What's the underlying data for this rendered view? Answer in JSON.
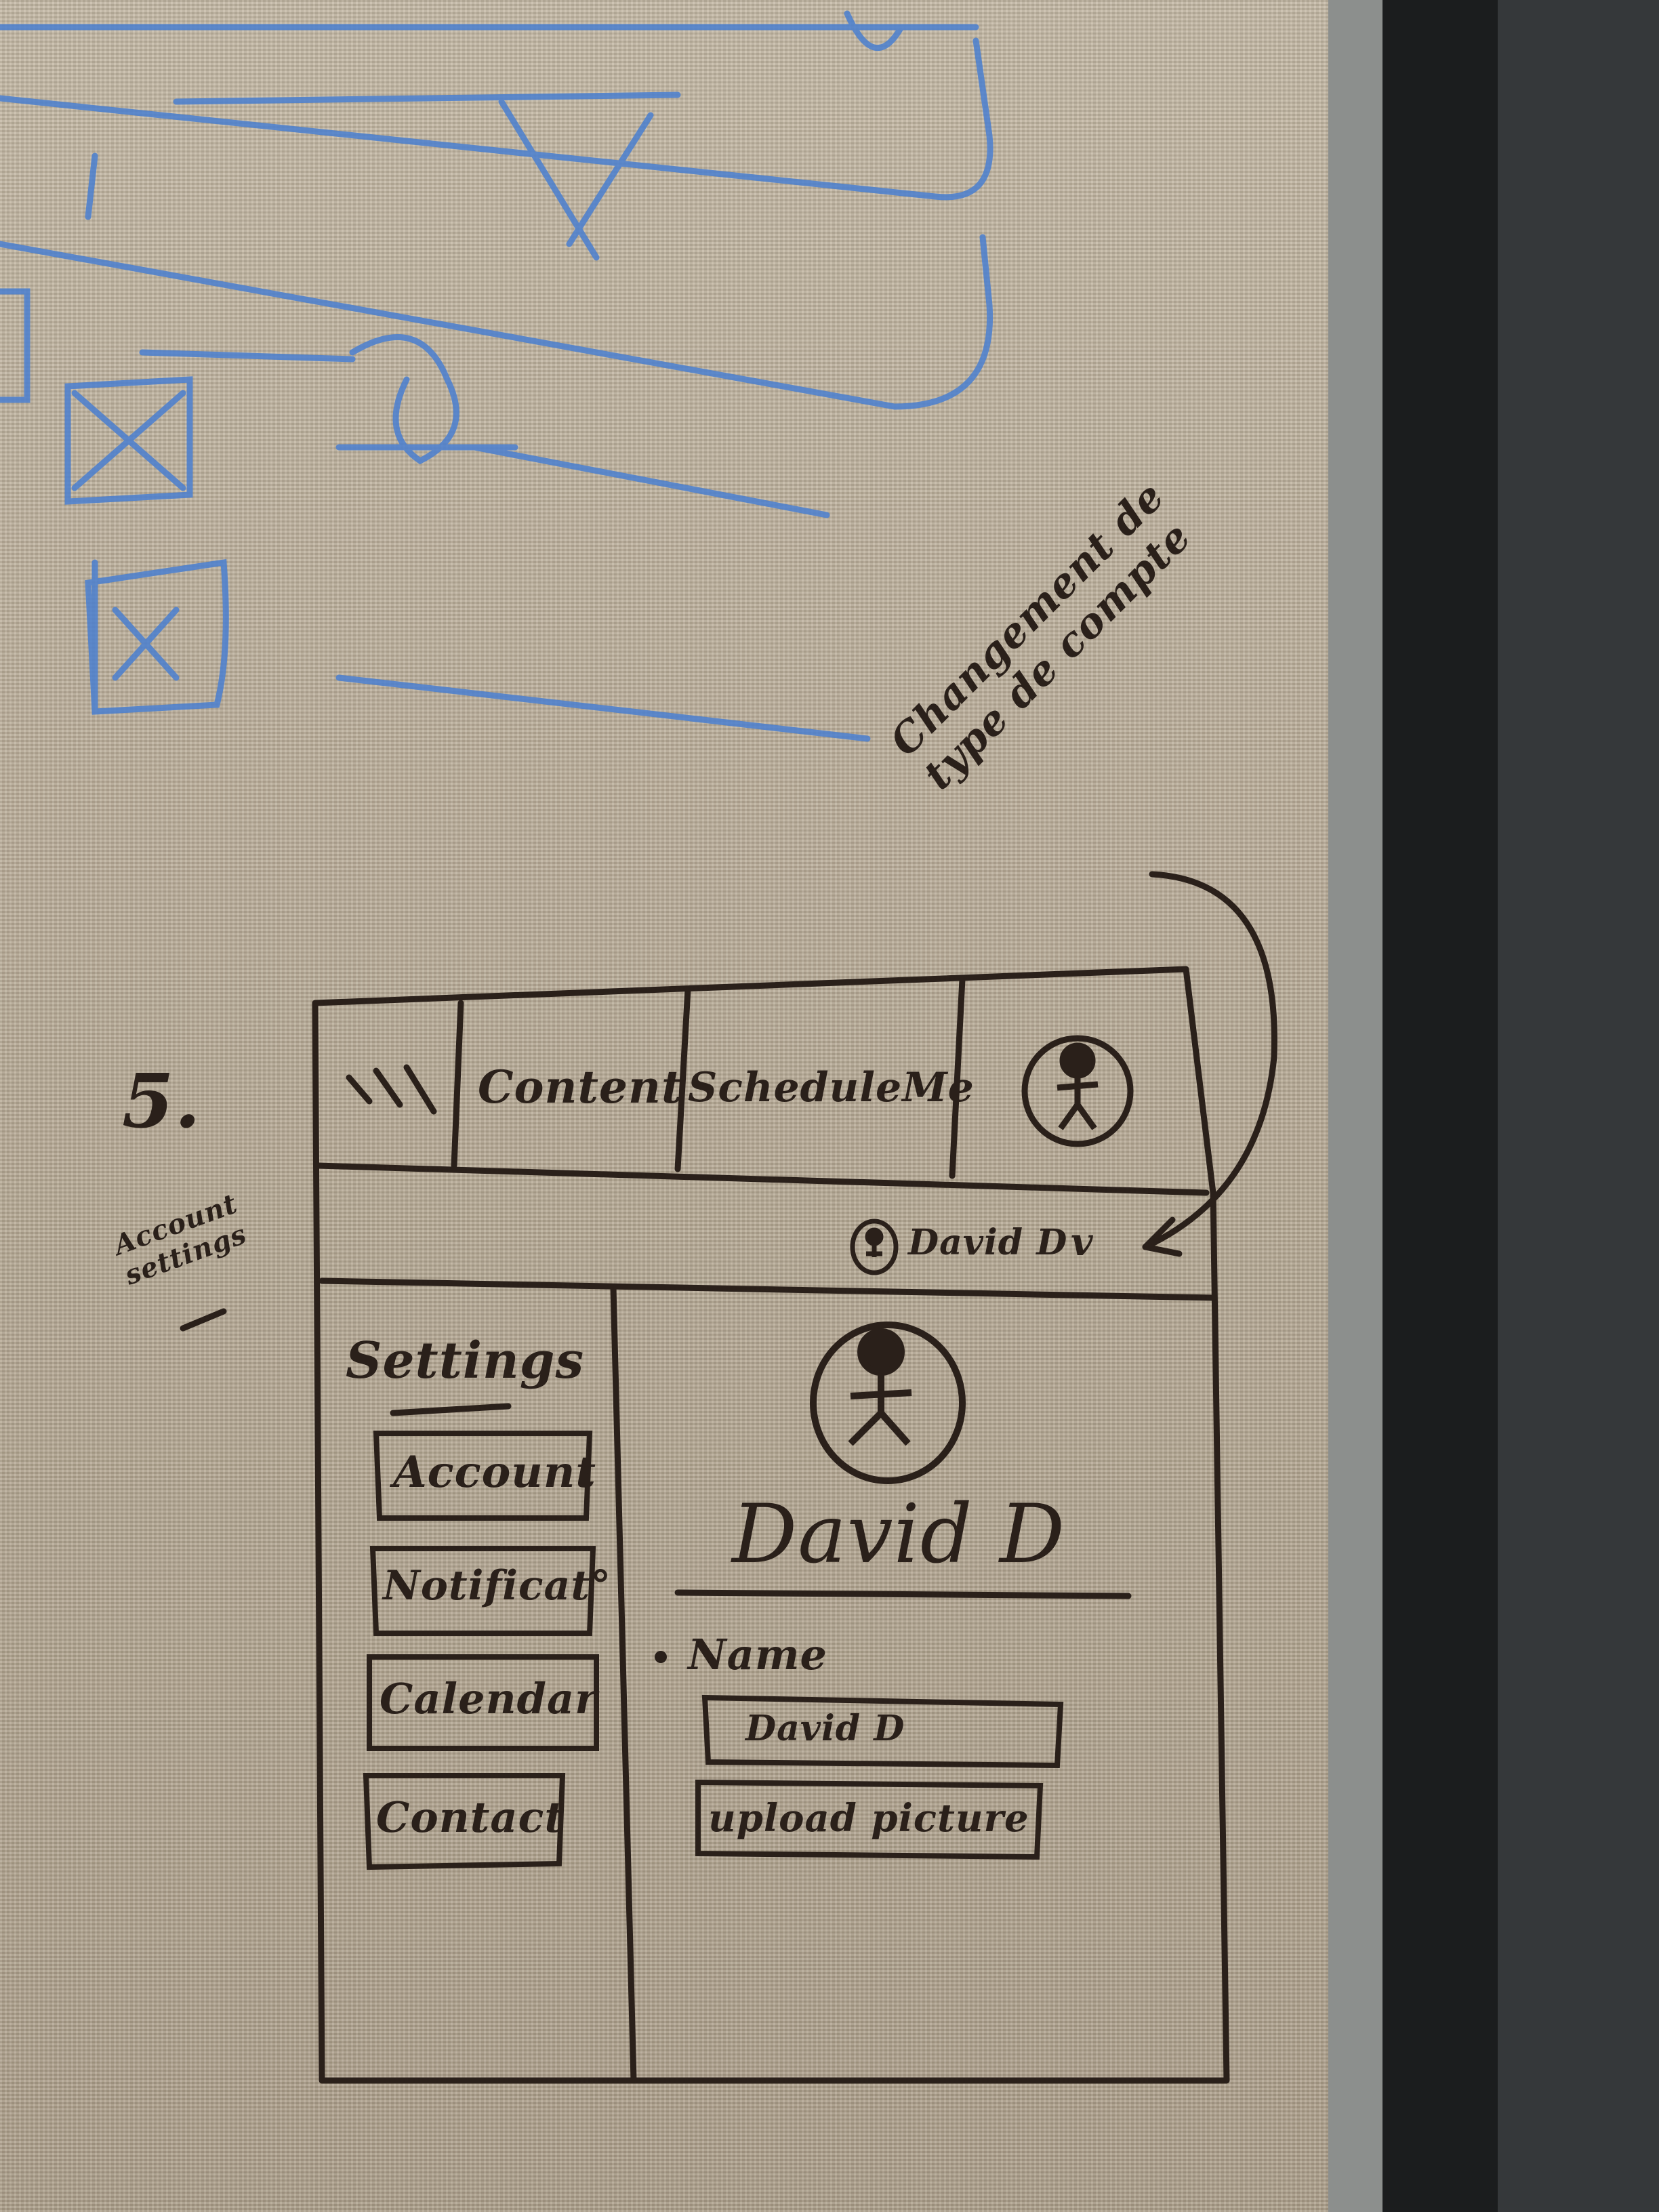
{
  "sketch": {
    "step_number": "5.",
    "side_note": "Account settings",
    "annotation": "Changement de type de compte",
    "nav": {
      "menu_icon": "hamburger-icon",
      "tab_content": "Content",
      "tab_schedule": "ScheduleMe",
      "profile_icon": "avatar-icon"
    },
    "user_menu": {
      "label": "David D",
      "chevron": "chevron-down-icon"
    },
    "sidebar": {
      "title": "Settings",
      "items": [
        "Account",
        "Notificat°",
        "Calendar",
        "Contact"
      ]
    },
    "profile": {
      "name": "David D",
      "field_label": "Name",
      "field_value": "David D",
      "upload_label": "upload picture"
    },
    "colors": {
      "ink_dark": "#2a201a",
      "ink_blue": "#4a7fd0",
      "paper": "#b8ac98",
      "frame": "#1b1d1e"
    }
  }
}
